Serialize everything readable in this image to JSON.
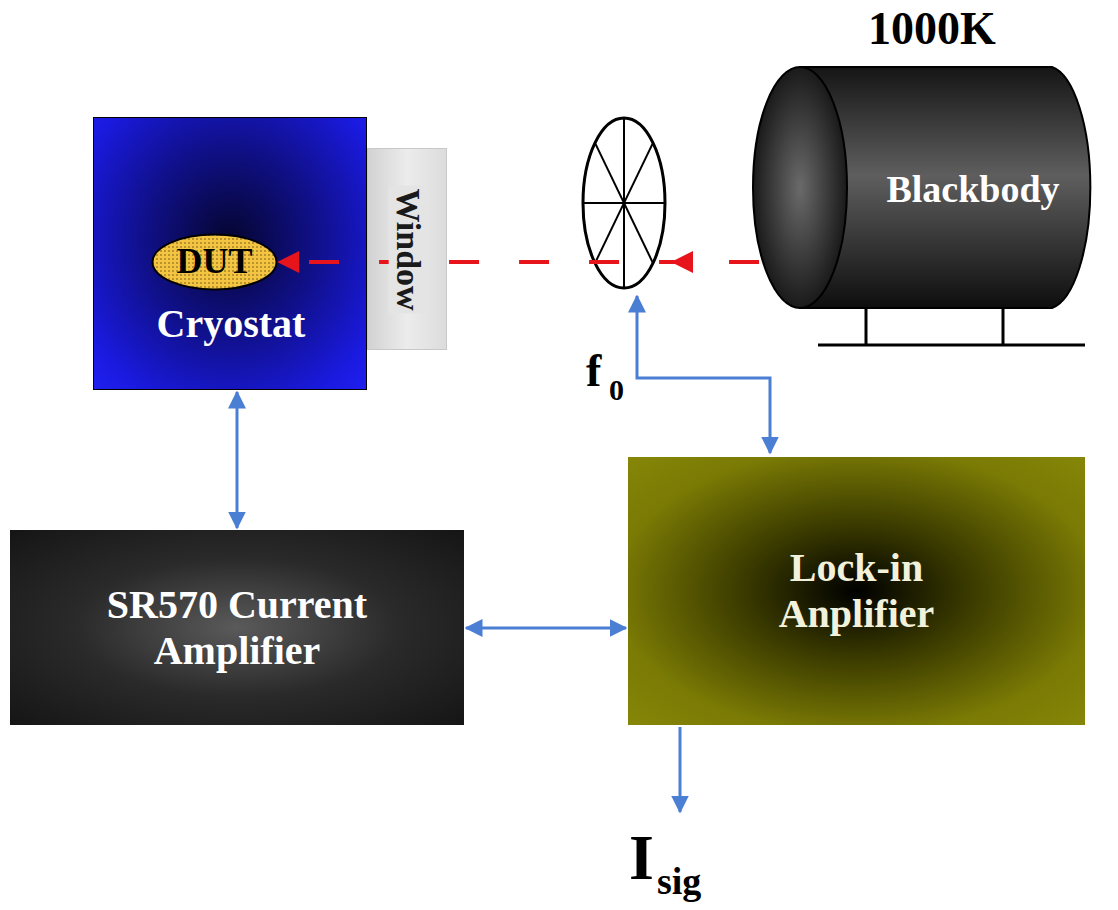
{
  "diagram": {
    "nodes": [
      {
        "text": [
          "Cryostat"
        ]
      },
      {
        "text": [
          "DUT"
        ],
        "in": 0
      },
      {
        "text": [
          "Window"
        ]
      },
      {
        "text": [
          "1000K",
          "Blackbody"
        ]
      },
      {
        "text": [
          "SR570 Current Amplifier"
        ]
      },
      {
        "text": [
          "Lock-in Anplifier"
        ]
      }
    ],
    "edges": [
      {
        "from": 0,
        "to": 4,
        "arrow": "both"
      },
      {
        "from": 4,
        "to": 5,
        "arrow": "both"
      },
      {
        "from": 3,
        "to": 1,
        "arrow": "to"
      }
    ],
    "labels": [
      "f",
      "0",
      "I",
      "sig"
    ]
  }
}
